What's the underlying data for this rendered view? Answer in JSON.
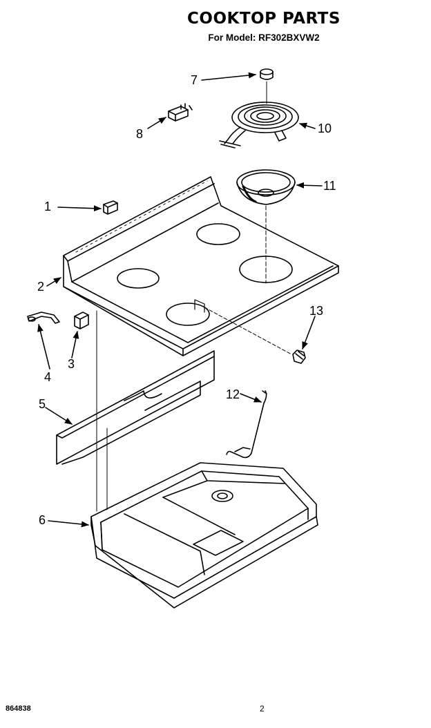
{
  "header": {
    "title": "COOKTOP PARTS",
    "subtitle": "For Model: RF302BXVW2"
  },
  "callouts": {
    "c1": "1",
    "c2": "2",
    "c3": "3",
    "c4": "4",
    "c5": "5",
    "c6": "6",
    "c7": "7",
    "c8": "8",
    "c10": "10",
    "c11": "11",
    "c12": "12",
    "c13": "13"
  },
  "footer": {
    "doc_number": "864838",
    "page_number": "2"
  },
  "colors": {
    "line": "#000000",
    "background": "#ffffff"
  }
}
